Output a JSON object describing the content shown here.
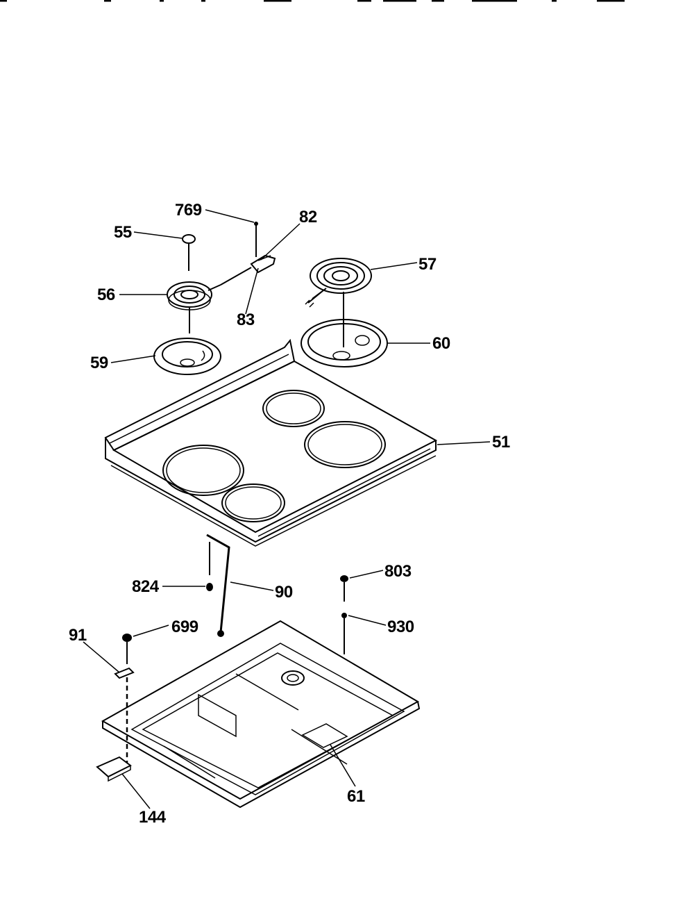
{
  "labels": {
    "p769": "769",
    "p82": "82",
    "p55": "55",
    "p57": "57",
    "p56": "56",
    "p83": "83",
    "p59": "59",
    "p60": "60",
    "p51": "51",
    "p824": "824",
    "p90": "90",
    "p803": "803",
    "p91": "91",
    "p699": "699",
    "p930": "930",
    "p61": "61",
    "p144": "144"
  },
  "colors": {
    "ink": "#000000",
    "paper": "#ffffff"
  }
}
